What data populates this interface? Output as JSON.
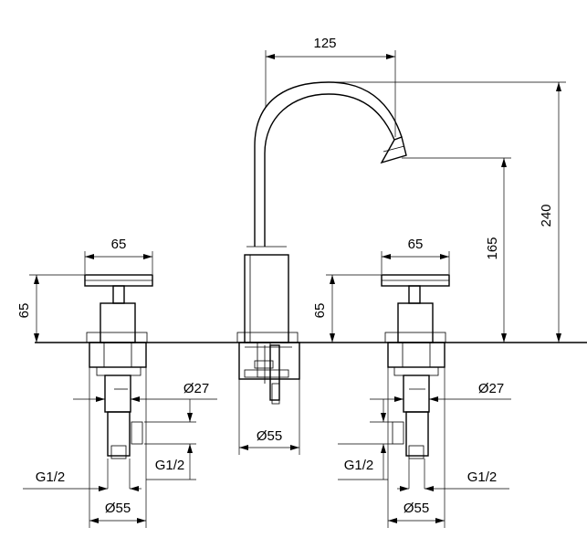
{
  "dimensions": {
    "spout_reach": "125",
    "spout_total_height": "240",
    "spout_outlet_height": "165",
    "left_handle_width": "65",
    "left_handle_height": "65",
    "right_handle_width": "65",
    "right_handle_height": "65",
    "left_stem_diameter": "Ø27",
    "right_stem_diameter": "Ø27",
    "left_outlet_thread": "G1/2",
    "left_inlet_thread": "G1/2",
    "right_inlet_thread": "G1/2",
    "right_outlet_thread": "G1/2",
    "left_base_diameter": "Ø55",
    "center_base_diameter": "Ø55",
    "right_base_diameter": "Ø55"
  },
  "colors": {
    "line": "#000000",
    "background": "#ffffff"
  }
}
